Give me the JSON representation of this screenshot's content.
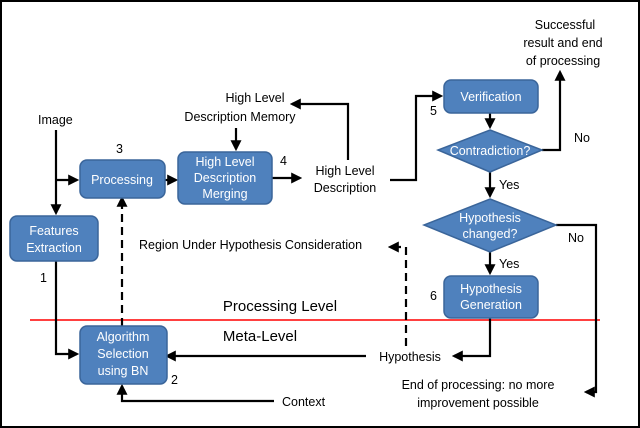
{
  "image_label": "Image",
  "boxes": {
    "features": [
      "Features",
      "Extraction"
    ],
    "processing": [
      "Processing"
    ],
    "merging": [
      "High Level",
      "Description",
      "Merging"
    ],
    "verification": [
      "Verification"
    ],
    "contradiction": [
      "Contradiction?"
    ],
    "hyp_changed": [
      "Hypothesis",
      "changed?"
    ],
    "hyp_generation": [
      "Hypothesis",
      "Generation"
    ],
    "algorithm": [
      "Algorithm",
      "Selection",
      "using BN"
    ]
  },
  "labels": {
    "memory": [
      "High Level",
      "Description Memory"
    ],
    "hl_description": [
      "High Level",
      "Description"
    ],
    "success": [
      "Successful",
      "result and end",
      "of processing"
    ],
    "region": "Region Under Hypothesis Consideration",
    "hypothesis": "Hypothesis",
    "context": "Context",
    "end": [
      "End of processing: no more",
      "improvement possible"
    ],
    "processing_level": "Processing Level",
    "meta_level": "Meta-Level",
    "yes1": "Yes",
    "yes2": "Yes",
    "no1": "No",
    "no2": "No"
  },
  "step_numbers": {
    "s1": "1",
    "s2": "2",
    "s3": "3",
    "s4": "4",
    "s5": "5",
    "s6": "6"
  },
  "colors": {
    "box_fill": "#4f81bd",
    "box_stroke": "#3a659a",
    "level_line": "#ff0000",
    "arrow": "#000000"
  }
}
